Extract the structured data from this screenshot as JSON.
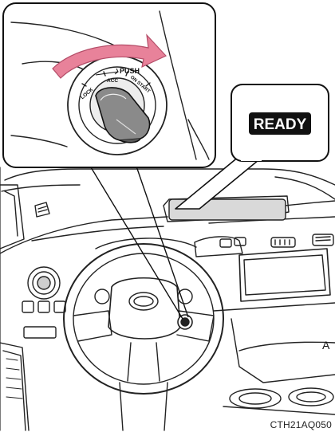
{
  "callout_key": {
    "label_push": "PUSH",
    "label_lock": "LOCK",
    "label_acc": "ACC",
    "label_on_start": "ON START",
    "arrow_color": "#e8829a"
  },
  "callout_indicator": {
    "text": "READY"
  },
  "figure_code": "CTH21AQ050",
  "icons": [
    "rotate-arrow-icon",
    "ignition-key-icon",
    "push-arrow-icon"
  ]
}
